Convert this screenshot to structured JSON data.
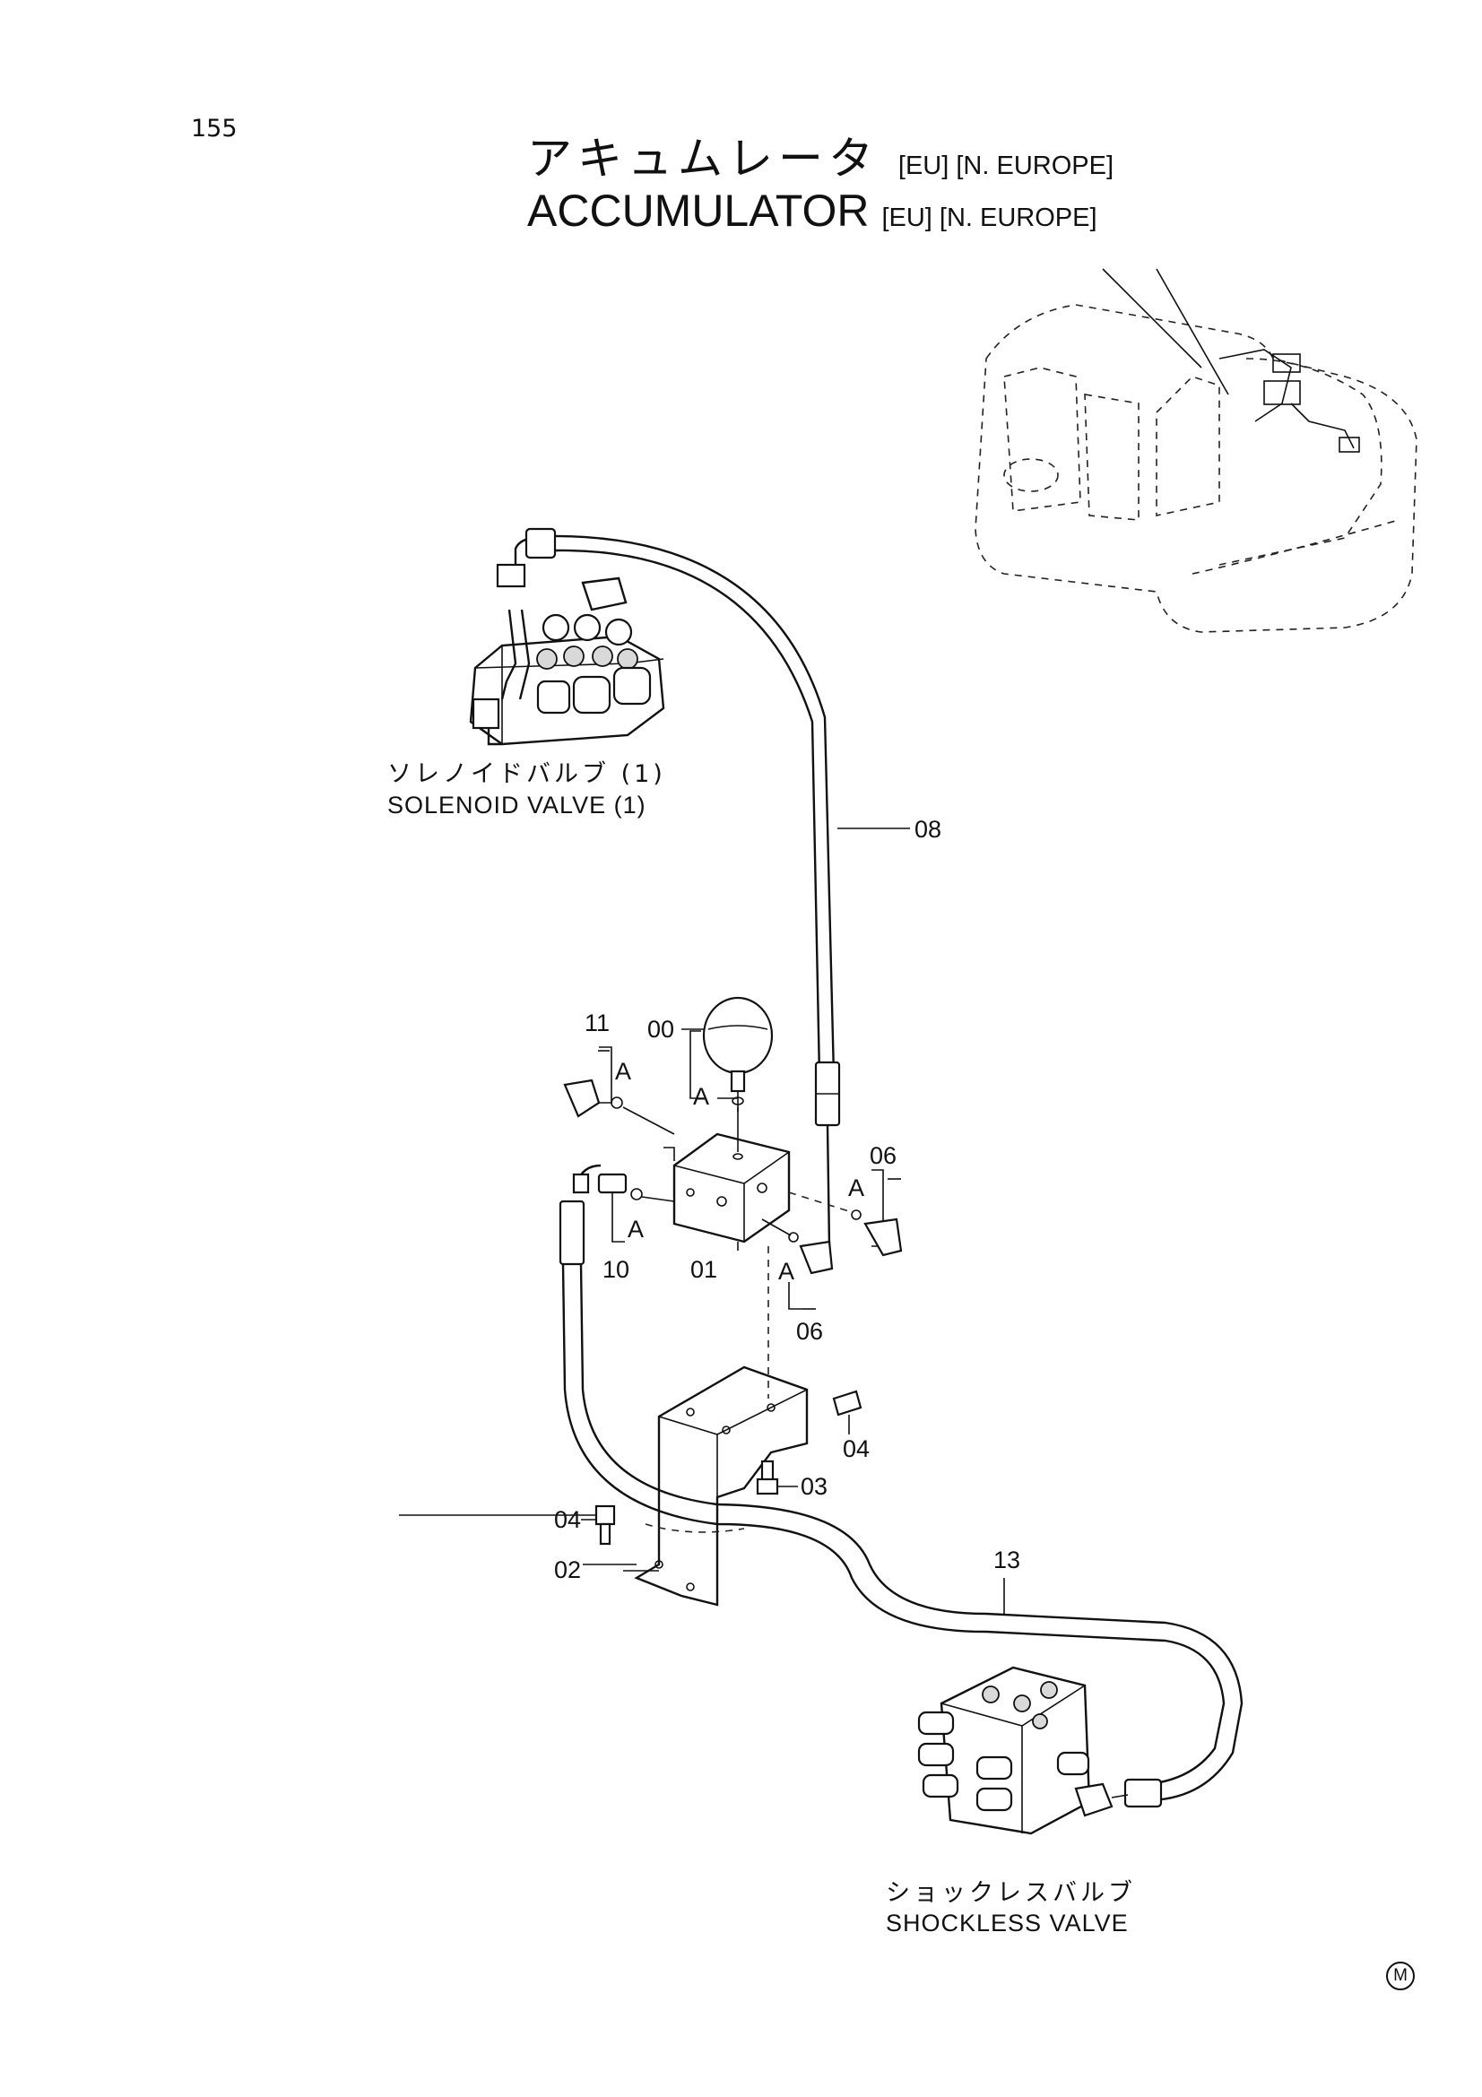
{
  "page_number": "155",
  "title": {
    "jp": "アキュムレータ",
    "en": "ACCUMULATOR",
    "tags": "[EU] [N. EUROPE]"
  },
  "components": {
    "solenoid_valve": {
      "jp": "ソレノイドバルブ (1)",
      "en": "SOLENOID VALVE (1)"
    },
    "shockless_valve": {
      "jp": "ショックレスバルブ",
      "en": "SHOCKLESS VALVE"
    }
  },
  "part_labels": {
    "p00": "00",
    "p01": "01",
    "p02": "02",
    "p03": "03",
    "p04_right": "04",
    "p04_left": "04",
    "p06_upper": "06",
    "p06_lower": "06",
    "p08": "08",
    "p10": "10",
    "p11": "11",
    "p13": "13"
  },
  "detail_markers": {
    "a1": "A",
    "a2": "A",
    "a3": "A",
    "a4": "A",
    "a5": "A"
  },
  "corner_mark": "M"
}
